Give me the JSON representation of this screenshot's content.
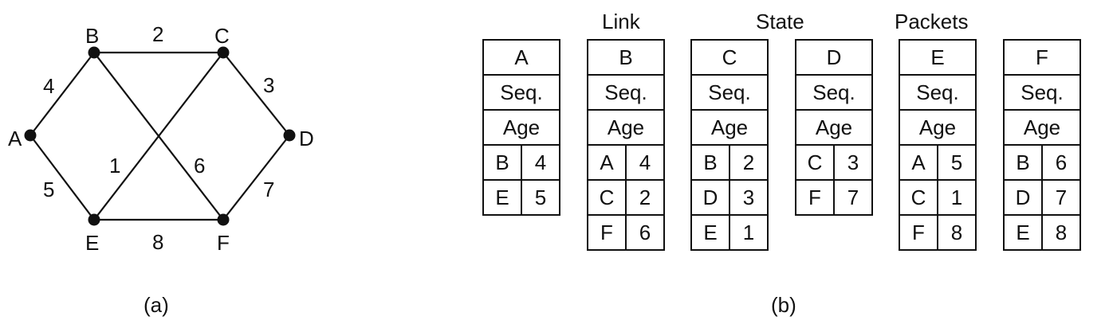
{
  "graph": {
    "nodes": [
      {
        "id": "A"
      },
      {
        "id": "B"
      },
      {
        "id": "C"
      },
      {
        "id": "D"
      },
      {
        "id": "E"
      },
      {
        "id": "F"
      }
    ],
    "edges": [
      {
        "from": "A",
        "to": "B",
        "weight": "4"
      },
      {
        "from": "B",
        "to": "C",
        "weight": "2"
      },
      {
        "from": "C",
        "to": "D",
        "weight": "3"
      },
      {
        "from": "A",
        "to": "E",
        "weight": "5"
      },
      {
        "from": "C",
        "to": "E",
        "weight": "1"
      },
      {
        "from": "B",
        "to": "F",
        "weight": "6"
      },
      {
        "from": "D",
        "to": "F",
        "weight": "7"
      },
      {
        "from": "E",
        "to": "F",
        "weight": "8"
      }
    ]
  },
  "caption_a": "(a)",
  "caption_b": "(b)",
  "header": [
    "Link",
    "State",
    "Packets"
  ],
  "packets": [
    {
      "router": "A",
      "seq": "Seq.",
      "age": "Age",
      "entries": [
        {
          "n": "B",
          "d": "4"
        },
        {
          "n": "E",
          "d": "5"
        }
      ]
    },
    {
      "router": "B",
      "seq": "Seq.",
      "age": "Age",
      "entries": [
        {
          "n": "A",
          "d": "4"
        },
        {
          "n": "C",
          "d": "2"
        },
        {
          "n": "F",
          "d": "6"
        }
      ]
    },
    {
      "router": "C",
      "seq": "Seq.",
      "age": "Age",
      "entries": [
        {
          "n": "B",
          "d": "2"
        },
        {
          "n": "D",
          "d": "3"
        },
        {
          "n": "E",
          "d": "1"
        }
      ]
    },
    {
      "router": "D",
      "seq": "Seq.",
      "age": "Age",
      "entries": [
        {
          "n": "C",
          "d": "3"
        },
        {
          "n": "F",
          "d": "7"
        }
      ]
    },
    {
      "router": "E",
      "seq": "Seq.",
      "age": "Age",
      "entries": [
        {
          "n": "A",
          "d": "5"
        },
        {
          "n": "C",
          "d": "1"
        },
        {
          "n": "F",
          "d": "8"
        }
      ]
    },
    {
      "router": "F",
      "seq": "Seq.",
      "age": "Age",
      "entries": [
        {
          "n": "B",
          "d": "6"
        },
        {
          "n": "D",
          "d": "7"
        },
        {
          "n": "E",
          "d": "8"
        }
      ]
    }
  ]
}
